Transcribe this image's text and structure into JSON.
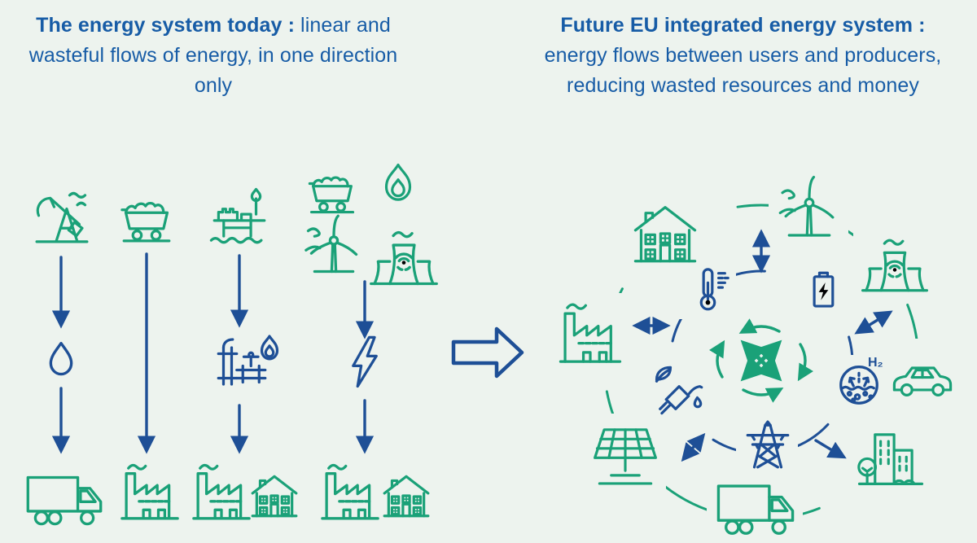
{
  "colors": {
    "bg": "#edf3ee",
    "green": "#1aa178",
    "blue": "#1e4f96",
    "title": "#175ca6"
  },
  "left_panel": {
    "title_bold": "The energy system today :",
    "title_rest": " linear and wasteful flows of energy, in one direction only",
    "columns": [
      {
        "source": "oil-pumpjack",
        "carrier": "oil-drop",
        "destination": "truck"
      },
      {
        "source": "coal-cart",
        "carrier": "",
        "destination": "factory"
      },
      {
        "source": "offshore-gas-platform",
        "carrier": "gas-valve-and-flame",
        "destination": "factory-and-house"
      },
      {
        "source": "coal-flame-wind-nuclear",
        "carrier": "electricity-bolt",
        "destination": "factory-and-house"
      }
    ]
  },
  "right_panel": {
    "title_bold": "Future EU integrated energy system :",
    "title_rest": " energy flows between users and producers, reducing wasted resources and money",
    "hydrogen_label": "H₂",
    "outer_ring_icons": [
      "house",
      "wind-turbine",
      "nuclear-plant",
      "car",
      "city-buildings",
      "truck",
      "solar-panel",
      "factory"
    ],
    "inner_ring_icons": [
      "thermometer",
      "battery",
      "hydrogen-tank",
      "power-pylon",
      "fuel-pump-leaf"
    ],
    "center_icon": "multidirectional-exchange-arrows"
  }
}
